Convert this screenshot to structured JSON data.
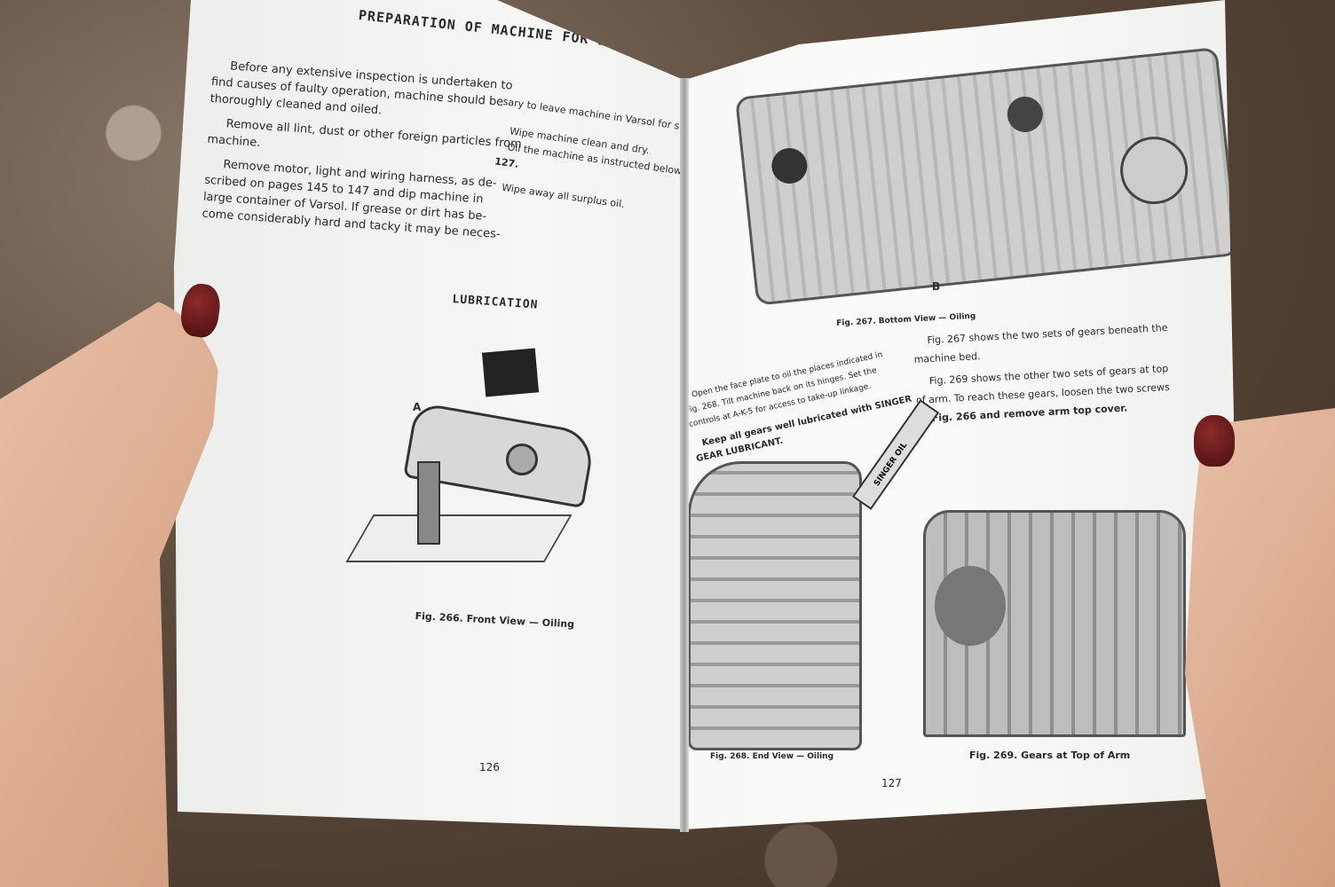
{
  "left_page": {
    "title": "PREPARATION OF MACHINE FOR INSPECTION",
    "col1": [
      "Before any extensive inspection is undertaken to",
      "find causes of faulty operation, machine should be",
      "thoroughly cleaned and oiled.",
      "Remove all lint, dust or other foreign particles from",
      "machine.",
      "Remove motor, light and wiring harness, as de-",
      "scribed on pages 145 to 147 and dip machine in",
      "large container of Varsol. If grease or dirt has be-",
      "come considerably hard and tacky it may be neces-"
    ],
    "col2": [
      "sary to leave machine in Varsol for several hours.",
      "Wipe machine clean and dry.",
      "Oil the machine as instructed below and on page",
      "127.",
      "Wipe away all surplus oil."
    ],
    "section_heading": "LUBRICATION",
    "fig_label_a": "A",
    "figure_caption": "Fig. 266. Front View — Oiling",
    "page_number": "126"
  },
  "right_page": {
    "fig267_label_b": "B",
    "fig267_caption": "Fig. 267. Bottom View — Oiling",
    "left_col": [
      "Open the face plate to oil the places indicated in",
      "Fig. 268. Tilt machine back on its hinges. Set the",
      "controls at A-K-5 for access to take-up linkage.",
      "Keep all gears well lubricated with SINGER",
      "GEAR LUBRICANT."
    ],
    "right_col": [
      "Fig. 267 shows the two sets of gears beneath the",
      "machine bed.",
      "Fig. 269 shows the other two sets of gears at top",
      "of arm. To reach these gears, loosen the two screws",
      "A, Fig. 266 and remove arm top cover."
    ],
    "oil_can_text": "SINGER OIL",
    "fig268_caption": "Fig. 268. End View — Oiling",
    "fig269_caption": "Fig. 269. Gears at Top of Arm",
    "page_number": "127"
  },
  "colors": {
    "nail_polish": "#5a1418",
    "paper": "#f4f4f2",
    "skin": "#e0b095"
  }
}
